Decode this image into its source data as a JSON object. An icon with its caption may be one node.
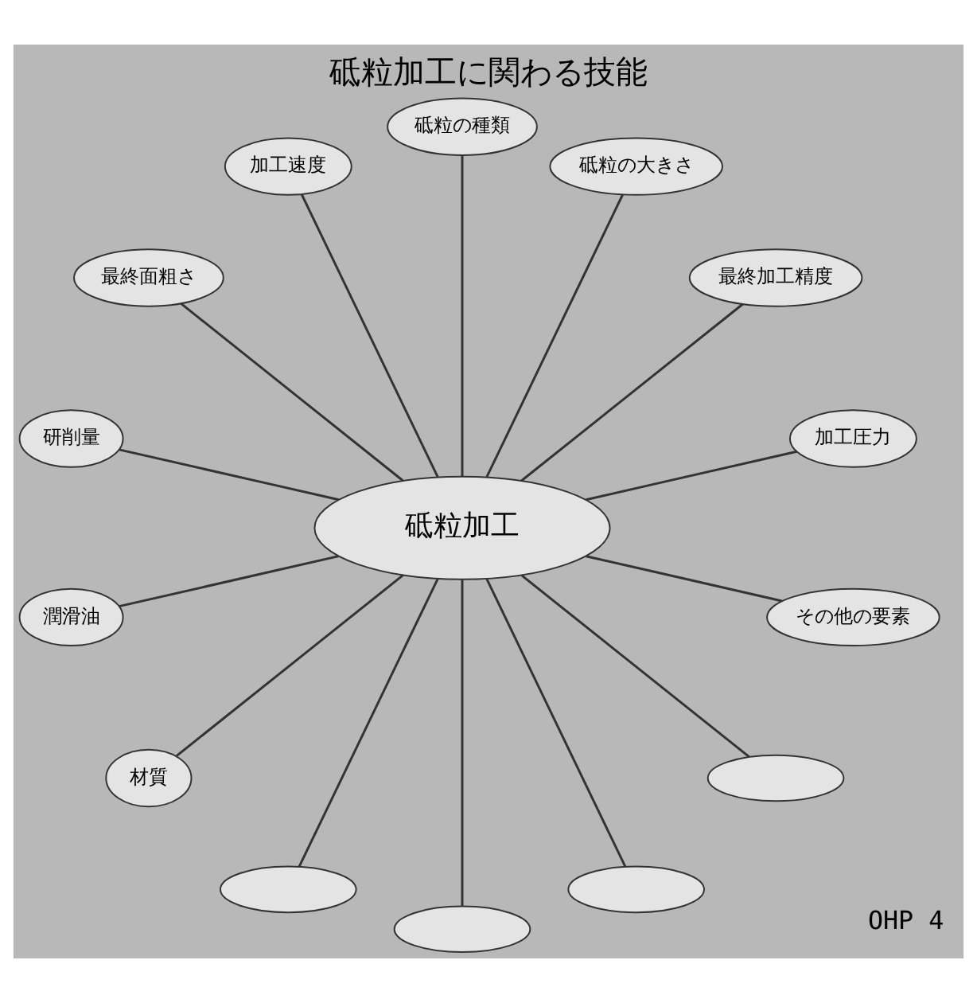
{
  "diagram": {
    "title": "砥粒加工に関わる技能",
    "nodes": [
      {
        "text": [
          "加工圧力"
        ]
      },
      {
        "text": [
          "最終加工精度"
        ]
      },
      {
        "text": [
          "砥粒の大きさ"
        ]
      },
      {
        "text": [
          "砥粒の種類"
        ]
      },
      {
        "text": [
          "加工速度"
        ]
      },
      {
        "text": [
          "砥粒加工"
        ]
      },
      {
        "text": [
          "最終面粗さ"
        ]
      },
      {
        "text": [
          "研削量"
        ]
      },
      {
        "text": [
          "潤滑油"
        ]
      },
      {
        "text": [
          "材質"
        ]
      },
      {
        "text": [],
        "shape": "oval"
      },
      {
        "text": [],
        "shape": "oval"
      },
      {
        "text": [],
        "shape": "oval"
      },
      {
        "text": [],
        "shape": "oval"
      },
      {
        "text": [
          "その他の要素"
        ]
      }
    ],
    "edges": [
      {
        "from": 0,
        "to": 5,
        "arrow": "none"
      },
      {
        "from": 1,
        "to": 5,
        "arrow": "none"
      },
      {
        "from": 2,
        "to": 5,
        "arrow": "none"
      },
      {
        "from": 3,
        "to": 5,
        "arrow": "none"
      },
      {
        "from": 4,
        "to": 5,
        "arrow": "none"
      },
      {
        "from": 6,
        "to": 5,
        "arrow": "none"
      },
      {
        "from": 7,
        "to": 5,
        "arrow": "none"
      },
      {
        "from": 8,
        "to": 5,
        "arrow": "none"
      },
      {
        "from": 9,
        "to": 5,
        "arrow": "none"
      },
      {
        "from": 10,
        "to": 5,
        "arrow": "none"
      },
      {
        "from": 11,
        "to": 5,
        "arrow": "none"
      },
      {
        "from": 12,
        "to": 5,
        "arrow": "none"
      },
      {
        "from": 13,
        "to": 5,
        "arrow": "none"
      },
      {
        "from": 14,
        "to": 5,
        "arrow": "none"
      }
    ],
    "labels": [
      "OHP 4"
    ]
  }
}
